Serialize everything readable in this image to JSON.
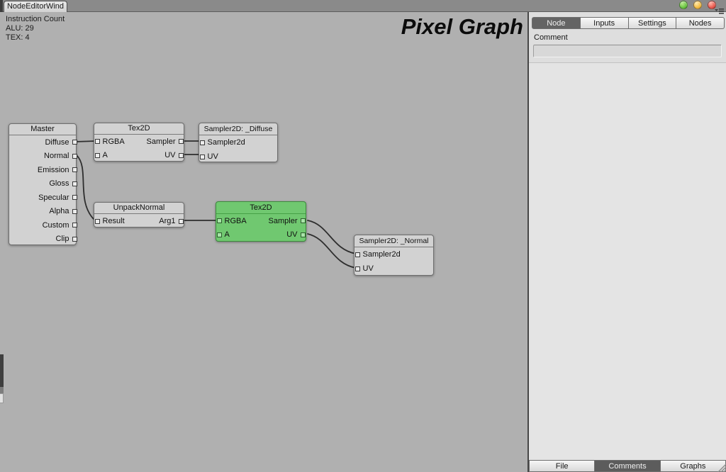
{
  "window": {
    "tab_title": "NodeEditorWind"
  },
  "stats": {
    "heading": "Instruction Count",
    "lines": [
      "ALU: 29",
      "TEX: 4"
    ]
  },
  "graph_title": "Pixel Graph",
  "nodes": [
    {
      "title": "Master",
      "outputs": [
        "Diffuse",
        "Normal",
        "Emission",
        "Gloss",
        "Specular",
        "Alpha",
        "Custom",
        "Clip"
      ]
    },
    {
      "title": "Tex2D",
      "inputs": [
        "RGBA",
        "A"
      ],
      "outputs": [
        "Sampler",
        "UV"
      ]
    },
    {
      "title": "Sampler2D: _Diffuse",
      "inputs": [
        "Sampler2d",
        "UV"
      ]
    },
    {
      "title": "UnpackNormal",
      "inputs": [
        "Result"
      ],
      "outputs": [
        "Arg1"
      ]
    },
    {
      "title": "Tex2D",
      "selected": true,
      "inputs": [
        "RGBA",
        "A"
      ],
      "outputs": [
        "Sampler",
        "UV"
      ]
    },
    {
      "title": "Sampler2D: _Normal",
      "inputs": [
        "Sampler2d",
        "UV"
      ]
    }
  ],
  "connections": [
    {
      "from": "Master.Diffuse",
      "to": "Tex2D.RGBA"
    },
    {
      "from": "Master.Normal",
      "to": "UnpackNormal.Result"
    },
    {
      "from": "Tex2D.Sampler",
      "to": "Sampler2D: _Diffuse.Sampler2d"
    },
    {
      "from": "Tex2D.UV",
      "to": "Sampler2D: _Diffuse.UV"
    },
    {
      "from": "UnpackNormal.Arg1",
      "to": "Tex2D(selected).RGBA"
    },
    {
      "from": "Tex2D(selected).Sampler",
      "to": "Sampler2D: _Normal.Sampler2d"
    },
    {
      "from": "Tex2D(selected).UV",
      "to": "Sampler2D: _Normal.UV"
    }
  ],
  "panel": {
    "tabs": [
      "Node",
      "Inputs",
      "Settings",
      "Nodes"
    ],
    "active_tab": "Node",
    "comment_label": "Comment",
    "comment_value": "",
    "bottom_tabs": [
      "File",
      "Comments",
      "Graphs"
    ],
    "active_bottom_tab": "Comments"
  },
  "icons": {
    "window_buttons": [
      "green-circle",
      "yellow-circle",
      "red-circle"
    ],
    "panel_menu": "dropdown-menu",
    "resize_grip": "diagonal-lines"
  },
  "colors": {
    "canvas": "#b0b0b0",
    "node_fill": "#d2d2d2",
    "selected_node": "#70c870",
    "panel": "#dedede",
    "wire": "#2e2e2e",
    "active_tab": "#646464",
    "btn_green": "#6cc644",
    "btn_yellow": "#f3bc45",
    "btn_red": "#e8594f"
  }
}
